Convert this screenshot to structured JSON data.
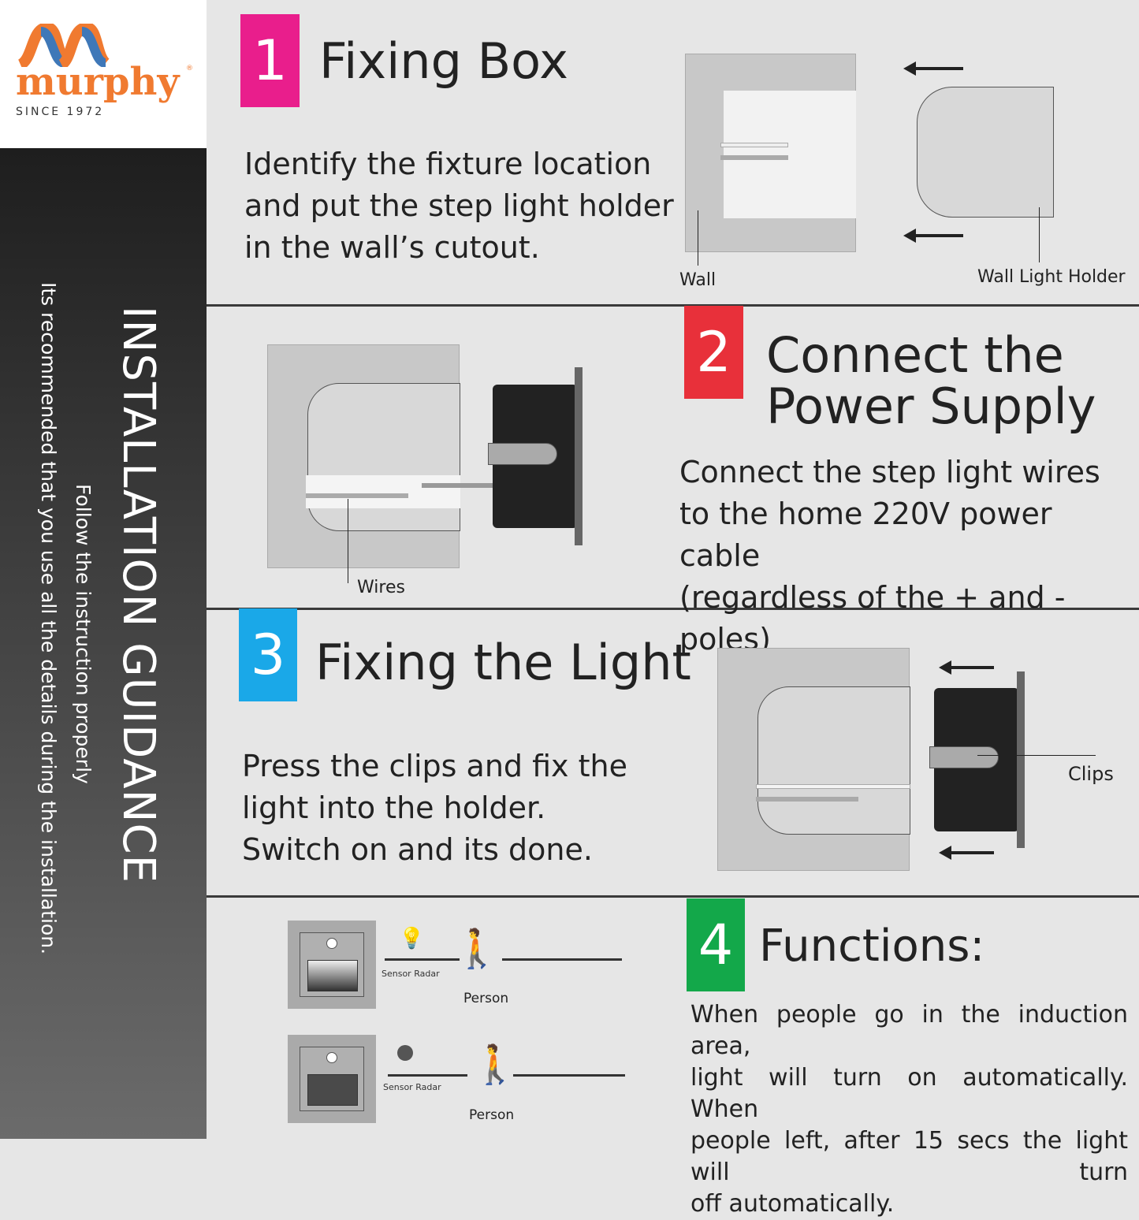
{
  "brand": {
    "name": "murphy",
    "tagline": "SINCE 1972",
    "registered": "®",
    "colors": {
      "orange": "#f07a30",
      "blue": "#3f78b8"
    }
  },
  "sidebar": {
    "title": "INSTALLATION GUIDANCE",
    "line1": "Follow the instruction properly",
    "line2": "Its recommended that you use all the details during the installation."
  },
  "steps": [
    {
      "number": "1",
      "title": "Fixing Box",
      "color": "#e91e8c",
      "text": [
        "Identify the fixture location",
        "and put the step light holder",
        "in the wall’s cutout."
      ],
      "labels": {
        "wall": "Wall",
        "holder": "Wall Light Holder"
      }
    },
    {
      "number": "2",
      "title_lines": [
        "Connect the",
        "Power Supply"
      ],
      "color": "#e8303a",
      "text": [
        "Connect the step light wires",
        "to the home 220V power cable",
        "(regardless of the + and - poles)"
      ],
      "labels": {
        "wires": "Wires"
      }
    },
    {
      "number": "3",
      "title": "Fixing the Light",
      "color": "#1aa8e8",
      "text": [
        "Press the clips and fix the",
        "light into the holder.",
        "Switch on and its done."
      ],
      "labels": {
        "clips": "Clips"
      }
    },
    {
      "number": "4",
      "title": "Functions:",
      "color": "#13a84a",
      "text": [
        "When people go in the induction area,",
        "light will turn on automatically. When",
        "people left, after 15 secs the light will turn",
        "off automatically."
      ],
      "labels": {
        "sensor": "Sensor Radar",
        "person": "Person"
      }
    }
  ]
}
